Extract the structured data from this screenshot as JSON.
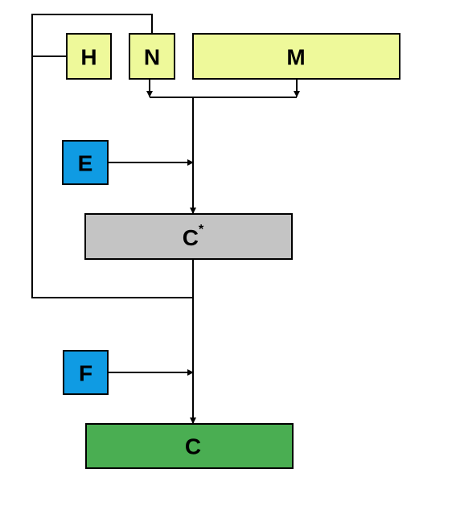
{
  "nodes": {
    "h": {
      "label": "H",
      "color": "#eef99a"
    },
    "n": {
      "label": "N",
      "color": "#eef99a"
    },
    "m": {
      "label": "M",
      "color": "#eef99a"
    },
    "e": {
      "label": "E",
      "color": "#0f9be3"
    },
    "c_star": {
      "label": "C",
      "superscript": "*",
      "color": "#c4c4c4"
    },
    "f": {
      "label": "F",
      "color": "#0f9be3"
    },
    "c": {
      "label": "C",
      "color": "#4aae52"
    }
  }
}
